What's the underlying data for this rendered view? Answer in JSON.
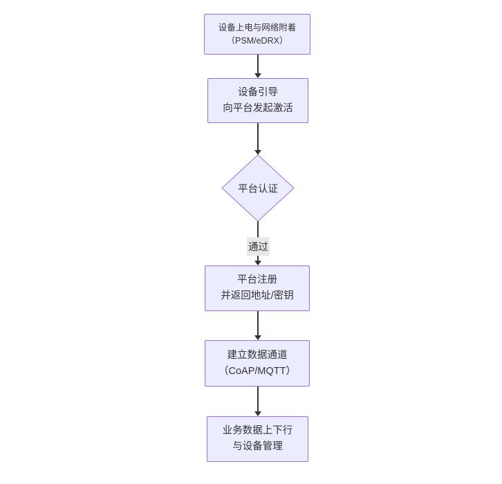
{
  "diagram": {
    "type": "flowchart",
    "direction": "top-down",
    "theme": {
      "node_fill": "#ECECFF",
      "node_border": "#9370DB",
      "text_color": "#333333",
      "arrow_color": "#333333",
      "edge_label_bg": "#e8e8e8",
      "background": "#ffffff"
    },
    "nodes": [
      {
        "id": "A",
        "shape": "rect",
        "lines": [
          "设备上电与网络附着",
          "（PSM/eDRX）"
        ]
      },
      {
        "id": "B",
        "shape": "rect",
        "lines": [
          "设备引导",
          "向平台发起激活"
        ]
      },
      {
        "id": "C",
        "shape": "diamond",
        "lines": [
          "平台认证"
        ]
      },
      {
        "id": "D",
        "shape": "rect",
        "lines": [
          "平台注册",
          "并返回地址/密钥"
        ]
      },
      {
        "id": "E",
        "shape": "rect",
        "lines": [
          "建立数据通道",
          "（CoAP/MQTT）"
        ]
      },
      {
        "id": "F",
        "shape": "rect",
        "lines": [
          "业务数据上下行",
          "与设备管理"
        ]
      }
    ],
    "edges": [
      {
        "from": "A",
        "to": "B",
        "label": ""
      },
      {
        "from": "B",
        "to": "C",
        "label": ""
      },
      {
        "from": "C",
        "to": "D",
        "label": "通过"
      },
      {
        "from": "D",
        "to": "E",
        "label": ""
      },
      {
        "from": "E",
        "to": "F",
        "label": ""
      }
    ]
  }
}
